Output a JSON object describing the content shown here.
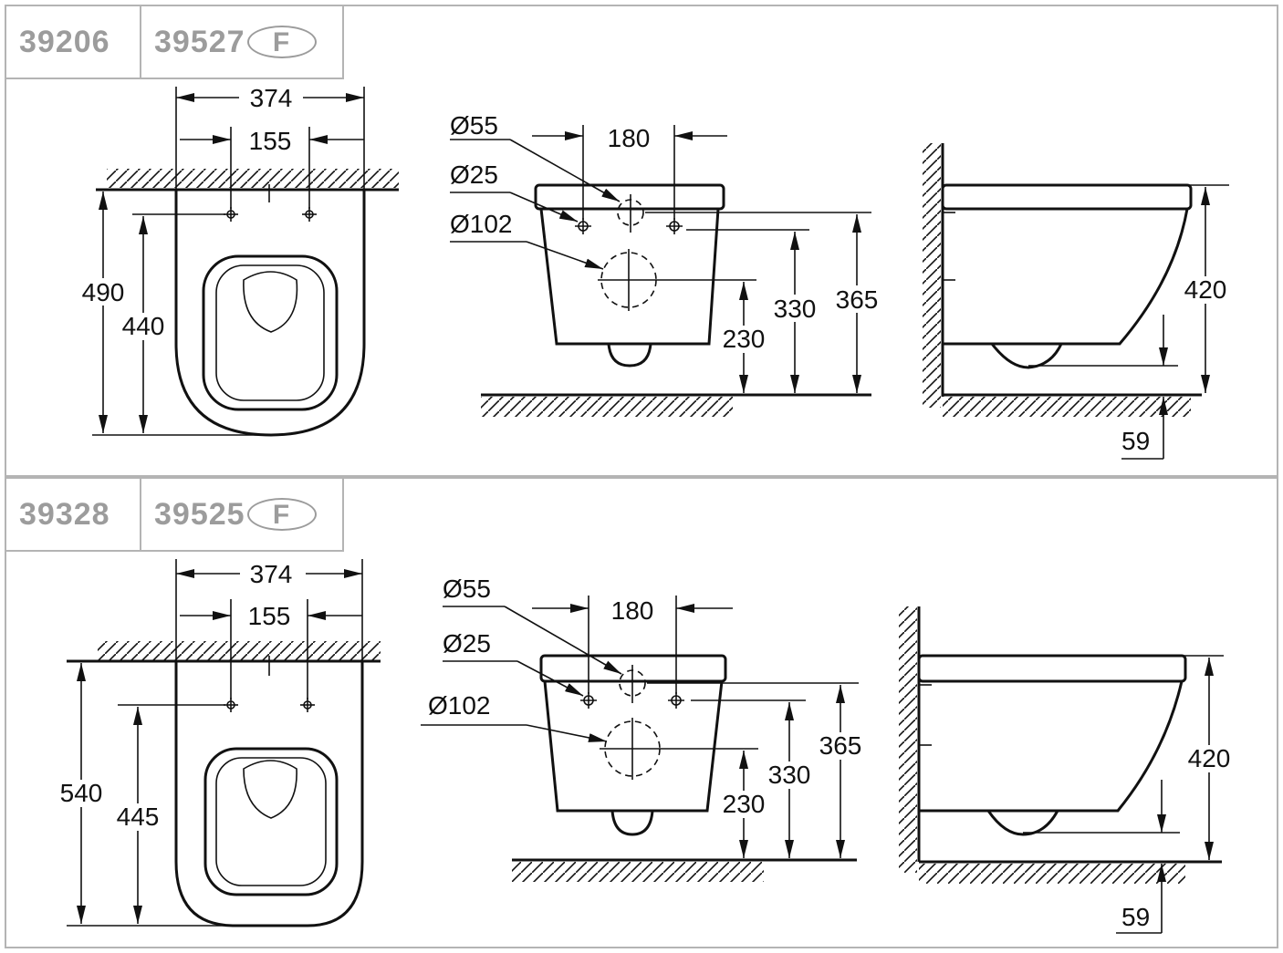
{
  "panels": [
    {
      "codes": [
        "39206",
        "39527"
      ],
      "badge": "F",
      "top_view": {
        "overall_width": "374",
        "hole_spacing": "155",
        "overall_length": "490",
        "hole_to_front": "440"
      },
      "front_view": {
        "d_small": "Ø55",
        "d_fix": "Ø25",
        "d_outlet": "Ø102",
        "fix_spacing": "180",
        "h_outlet": "230",
        "h_fix": "330",
        "h_inlet": "365"
      },
      "side_view": {
        "height": "420",
        "clearance": "59"
      }
    },
    {
      "codes": [
        "39328",
        "39525"
      ],
      "badge": "F",
      "top_view": {
        "overall_width": "374",
        "hole_spacing": "155",
        "overall_length": "540",
        "hole_to_front": "445"
      },
      "front_view": {
        "d_small": "Ø55",
        "d_fix": "Ø25",
        "d_outlet": "Ø102",
        "fix_spacing": "180",
        "h_outlet": "230",
        "h_fix": "330",
        "h_inlet": "365"
      },
      "side_view": {
        "height": "420",
        "clearance": "59"
      }
    }
  ]
}
